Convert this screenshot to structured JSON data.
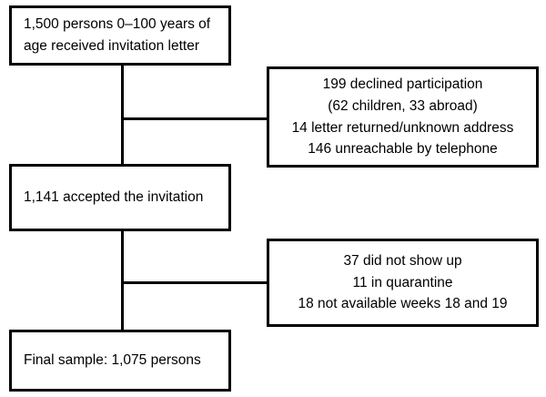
{
  "diagram": {
    "type": "participant-flow-chart",
    "nodes": {
      "invited": {
        "name": "invited-box",
        "lines": [
          "1,500 persons 0–100 years of",
          "age received invitation letter"
        ]
      },
      "accepted": {
        "name": "accepted-box",
        "lines": [
          "1,141 accepted the invitation"
        ]
      },
      "final": {
        "name": "final-sample-box",
        "lines": [
          "Final sample: 1,075 persons"
        ]
      },
      "declined": {
        "name": "declined-box",
        "lines": [
          "199 declined participation",
          "(62 children, 33 abroad)",
          "14 letter returned/unknown address",
          "146 unreachable by telephone"
        ]
      },
      "noshow": {
        "name": "not-attended-box",
        "lines": [
          "37 did not show up",
          "11 in quarantine",
          "18 not available weeks 18 and 19"
        ]
      }
    },
    "colors": {
      "stroke": "#000000",
      "fill": "#ffffff",
      "text": "#000000"
    }
  }
}
